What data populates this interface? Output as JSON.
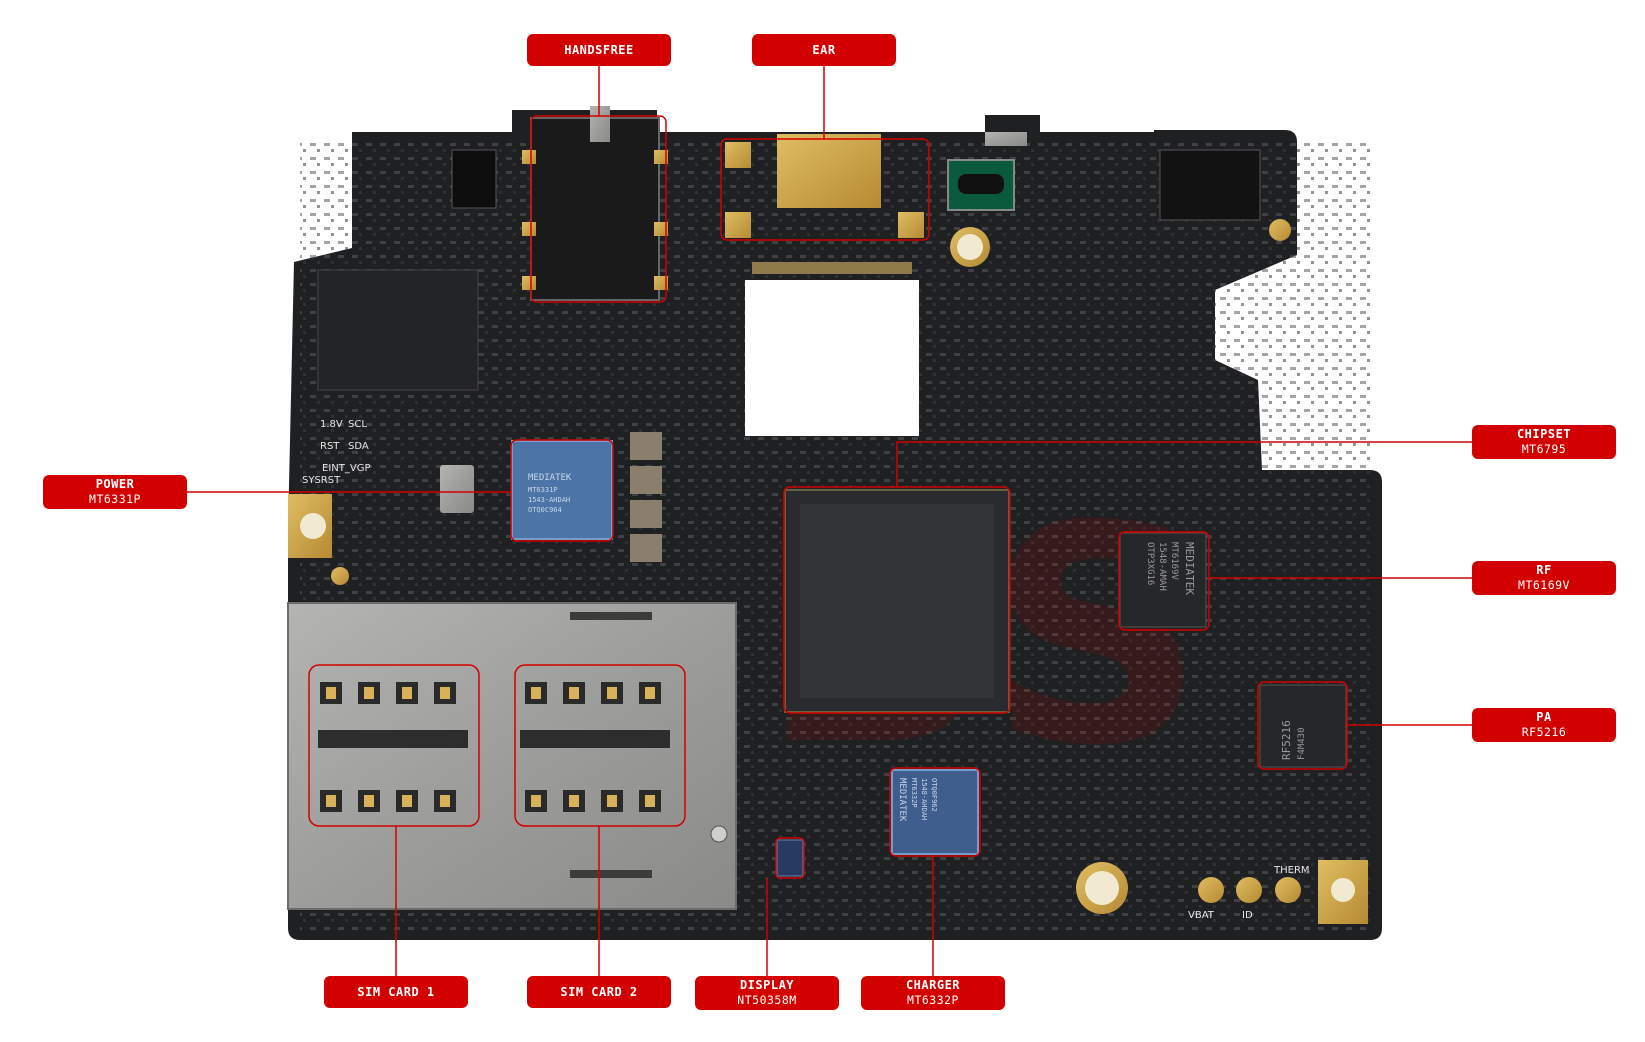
{
  "labels": {
    "handsfree": {
      "title": "HANDSFREE"
    },
    "ear": {
      "title": "EAR"
    },
    "chipset": {
      "title": "CHIPSET",
      "part": "MT6795"
    },
    "power": {
      "title": "POWER",
      "part": "MT6331P"
    },
    "rf": {
      "title": "RF",
      "part": "MT6169V"
    },
    "pa": {
      "title": "PA",
      "part": "RF5216"
    },
    "sim1": {
      "title": "SIM CARD 1"
    },
    "sim2": {
      "title": "SIM CARD 2"
    },
    "display": {
      "title": "DISPLAY",
      "part": "NT50358M"
    },
    "charger": {
      "title": "CHARGER",
      "part": "MT6332P"
    }
  },
  "silkscreen": {
    "v18": "1.8V",
    "scl": "SCL",
    "rst": "RST",
    "sda": "SDA",
    "eint_vgp": "EINT_VGP",
    "sysrst": "SYSRST",
    "vbat": "VBAT",
    "id": "ID",
    "therm": "THERM"
  },
  "chips": {
    "power_marking": [
      "MEDIATEK",
      "MT6331P",
      "1543-AHDAH",
      "OTQ0C964"
    ],
    "charger_marking": [
      "MEDIATEK",
      "MT6332P",
      "1548-AHDAH",
      "OTQ0F962"
    ],
    "rf_marking": [
      "MEDIATEK",
      "MT6169V",
      "1548-AMAH",
      "OTP3XG16"
    ],
    "pa_marking": [
      "RF5216",
      "F4M430"
    ]
  },
  "colors": {
    "accent": "#d30000",
    "board": "#1f2022",
    "gold": "#c9a24a"
  }
}
